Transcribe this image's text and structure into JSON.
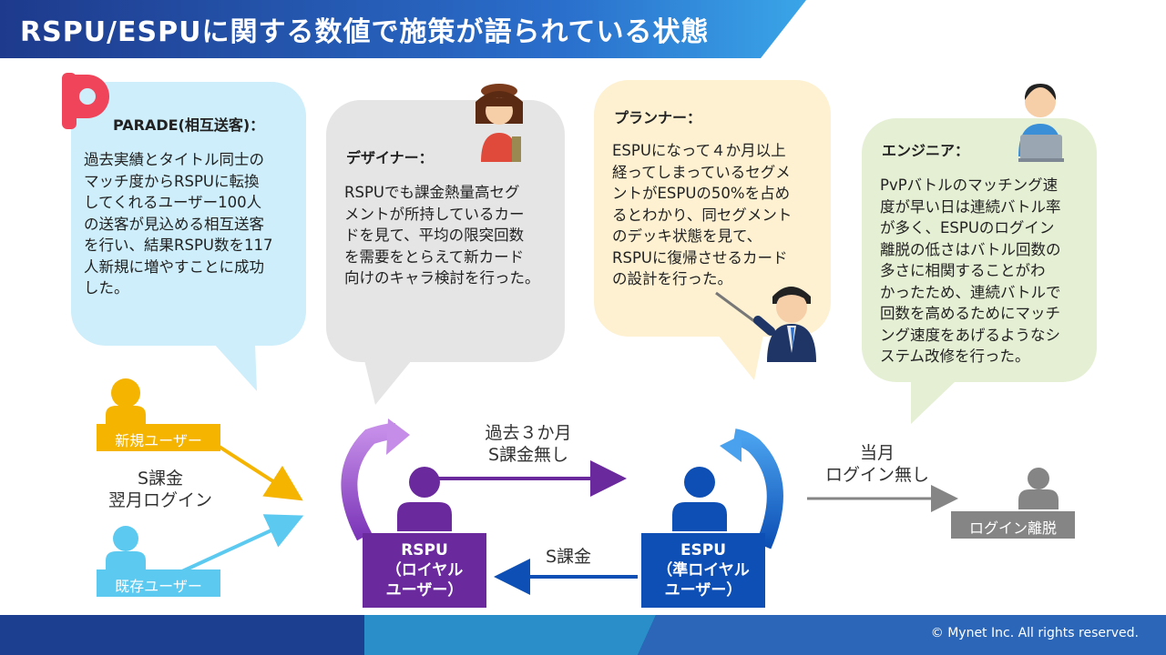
{
  "title": "RSPU/ESPUに関する数値で施策が語られている状態",
  "bubbles": {
    "parade": {
      "logo_text": "P",
      "title": "PARADE(相互送客)：",
      "lines": [
        "過去実績とタイトル同士の",
        "マッチ度からRSPUに転換",
        "してくれるユーザー100人",
        "の送客が見込める相互送客",
        "を行い、結果RSPU数を117",
        "人新規に増やすことに成功",
        "した。"
      ]
    },
    "designer": {
      "title": "デザイナー：",
      "lines": [
        "RSPUでも課金熱量高セグ",
        "メントが所持しているカー",
        "ドを見て、平均の限突回数",
        "を需要をとらえて新カード",
        "向けのキャラ検討を行った。"
      ]
    },
    "planner": {
      "title": "プランナー：",
      "lines": [
        "ESPUになって４か月以上",
        "経ってしまっているセグメ",
        "ントがESPUの50%を占め",
        "るとわかり、同セグメント",
        "のデッキ状態を見て、",
        "RSPUに復帰させるカード",
        "の設計を行った。"
      ]
    },
    "engineer": {
      "title": "エンジニア：",
      "lines": [
        "PvPバトルのマッチング速",
        "度が早い日は連続バトル率",
        "が多く、ESPUのログイン",
        "離脱の低さはバトル回数の",
        "多さに相関することがわ",
        "かったため、連続バトルで",
        "回数を高めるためにマッチ",
        "ング速度をあげるようなシ",
        "ステム改修を行った。"
      ]
    }
  },
  "flow": {
    "new_user_label": "新規ユーザー",
    "existing_user_label": "既存ユーザー",
    "inflow_condition": [
      "S課金",
      "翌月ログイン"
    ],
    "rspu_label": [
      "RSPU",
      "（ロイヤル",
      "ユーザー）"
    ],
    "espu_label": [
      "ESPU",
      "（準ロイヤル",
      "ユーザー）"
    ],
    "rspu_to_espu_condition": [
      "過去３か月",
      "S課金無し"
    ],
    "espu_to_rspu_condition": "S課金",
    "churn_condition": [
      "当月",
      "ログイン無し"
    ],
    "churn_label": "ログイン離脱"
  },
  "footer": "© Mynet Inc. All rights reserved.",
  "colors": {
    "title_bar": "#1e3f95",
    "parade_bubble": "#cdeefa",
    "designer_bubble": "#e5e5e5",
    "planner_bubble": "#fdf1d2",
    "engineer_bubble": "#e5efd4",
    "new_user": "#f5b400",
    "existing_user": "#5ccaf0",
    "rspu": "#6a2a9e",
    "espu": "#0d4fb5",
    "churn": "#858585"
  },
  "icons": [
    "parade-logo-icon",
    "designer-illustration-icon",
    "planner-illustration-icon",
    "engineer-illustration-icon",
    "person-icon"
  ]
}
